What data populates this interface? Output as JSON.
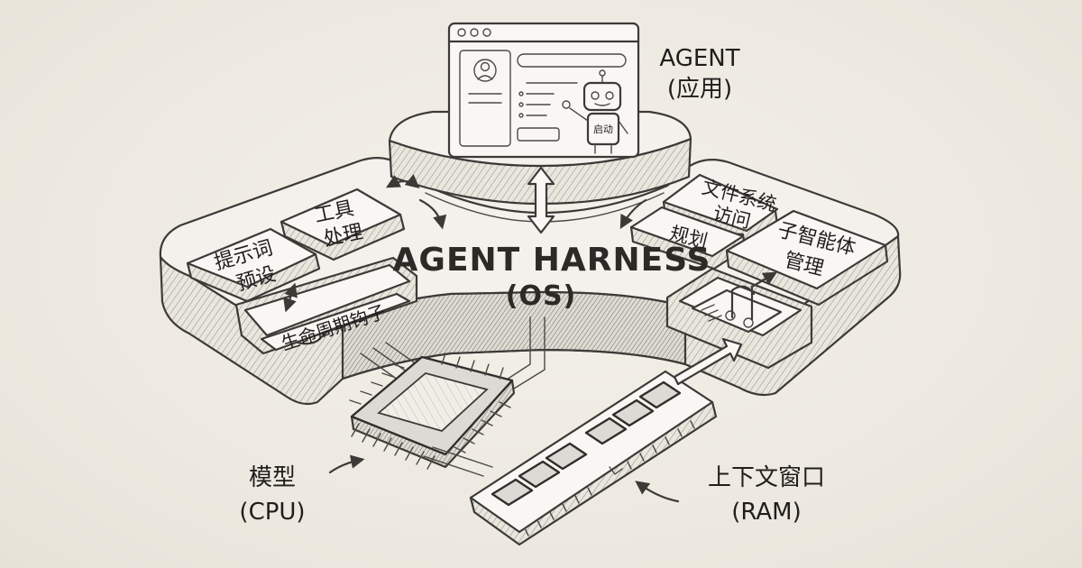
{
  "agent": {
    "label_line1": "AGENT",
    "label_line2": "(应用)",
    "robot_button": "启动"
  },
  "harness": {
    "title_line1": "AGENT HARNESS",
    "title_line2": "(OS)"
  },
  "modules": {
    "tools_line1": "工具",
    "tools_line2": "处理",
    "prompt_line1": "提示词",
    "prompt_line2": "预设",
    "lifecycle": "生命周期钩子",
    "fs_line1": "文件系统",
    "fs_line2": "访问",
    "planning": "规划",
    "subagent_line1": "子智能体",
    "subagent_line2": "管理"
  },
  "model": {
    "label_line1": "模型",
    "label_line2": "(CPU)"
  },
  "context": {
    "label_line1": "上下文窗口",
    "label_line2": "(RAM)"
  },
  "colors": {
    "ink": "#3b3a37",
    "paper": "#efece4"
  }
}
